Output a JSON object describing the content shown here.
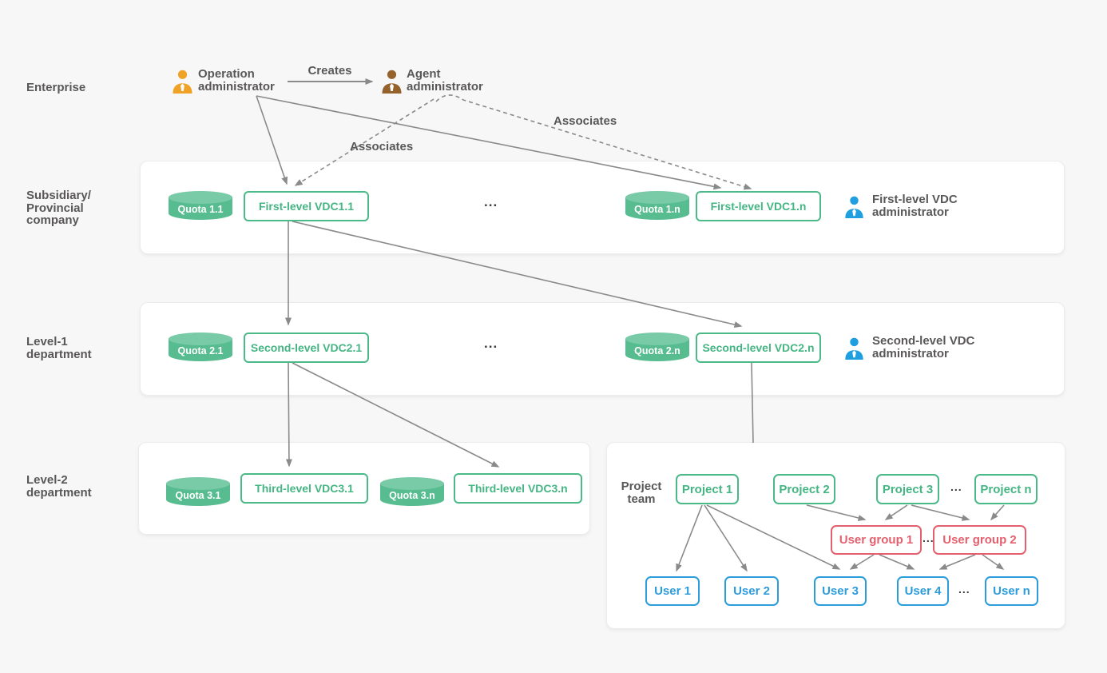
{
  "colors": {
    "background": "#f7f7f8",
    "green": "#4bb988",
    "quota_body": "#57bd90",
    "quota_top": "#79caa6",
    "blue_box": "#2d9cdb",
    "red_box": "#e4606e",
    "operation_admin_icon": "#f0a227",
    "agent_admin_icon": "#96622c",
    "vdc_admin_icon": "#1f9fe0",
    "connector": "#8a8a8a",
    "label_text": "#595757"
  },
  "left_labels": [
    {
      "lines": [
        "Enterprise"
      ]
    },
    {
      "lines": [
        "Subsidiary/",
        "Provincial",
        "company"
      ]
    },
    {
      "lines": [
        "Level-1",
        "department"
      ]
    },
    {
      "lines": [
        "Level-2",
        "department"
      ]
    }
  ],
  "actors": {
    "operation_admin": {
      "lines": [
        "Operation",
        "administrator"
      ]
    },
    "agent_admin": {
      "lines": [
        "Agent",
        "administrator"
      ]
    },
    "creates_label": "Creates",
    "associates_label_left": "Associates",
    "associates_label_right": "Associates"
  },
  "level1_row": {
    "quota_left": "Quota 1.1",
    "vdc_left": "First-level VDC1.1",
    "ellipsis": "...",
    "quota_right": "Quota 1.n",
    "vdc_right": "First-level VDC1.n",
    "admin": {
      "lines": [
        "First-level VDC",
        "administrator"
      ]
    }
  },
  "level2_row": {
    "quota_left": "Quota 2.1",
    "vdc_left": "Second-level VDC2.1",
    "ellipsis": "...",
    "quota_right": "Quota 2.n",
    "vdc_right": "Second-level VDC2.n",
    "admin": {
      "lines": [
        "Second-level VDC",
        "administrator"
      ]
    }
  },
  "level3_row": {
    "quota_left": "Quota 3.1",
    "vdc_left": "Third-level VDC3.1",
    "quota_right": "Quota 3.n",
    "vdc_right": "Third-level VDC3.n"
  },
  "project_team": {
    "label_lines": [
      "Project",
      "team"
    ],
    "projects": [
      "Project 1",
      "Project 2",
      "Project 3",
      "Project n"
    ],
    "projects_ellipsis": "...",
    "user_groups": [
      "User group 1",
      "User group 2"
    ],
    "user_groups_ellipsis": "...",
    "users": [
      "User 1",
      "User 2",
      "User 3",
      "User 4",
      "User n"
    ],
    "users_ellipsis": "..."
  }
}
